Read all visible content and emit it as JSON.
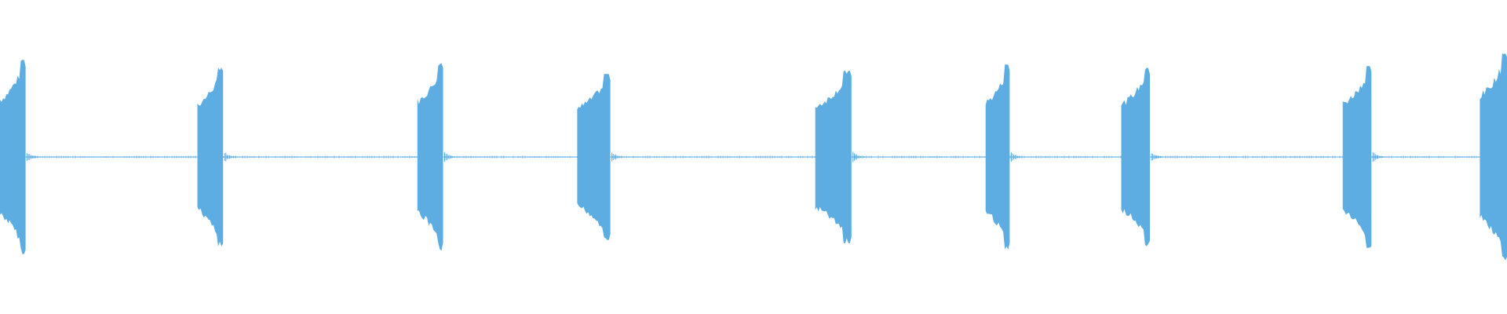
{
  "waveform": {
    "color": "#5dade2",
    "background": "#ffffff",
    "bursts": [
      {
        "start": 0.0,
        "end": 0.017,
        "amplitude": 0.62
      },
      {
        "start": 0.131,
        "end": 0.148,
        "amplitude": 0.57
      },
      {
        "start": 0.277,
        "end": 0.294,
        "amplitude": 0.6
      },
      {
        "start": 0.383,
        "end": 0.405,
        "amplitude": 0.53
      },
      {
        "start": 0.541,
        "end": 0.565,
        "amplitude": 0.55
      },
      {
        "start": 0.654,
        "end": 0.67,
        "amplitude": 0.59
      },
      {
        "start": 0.744,
        "end": 0.763,
        "amplitude": 0.57
      },
      {
        "start": 0.891,
        "end": 0.91,
        "amplitude": 0.58
      },
      {
        "start": 0.982,
        "end": 1.0,
        "amplitude": 0.66
      }
    ]
  }
}
